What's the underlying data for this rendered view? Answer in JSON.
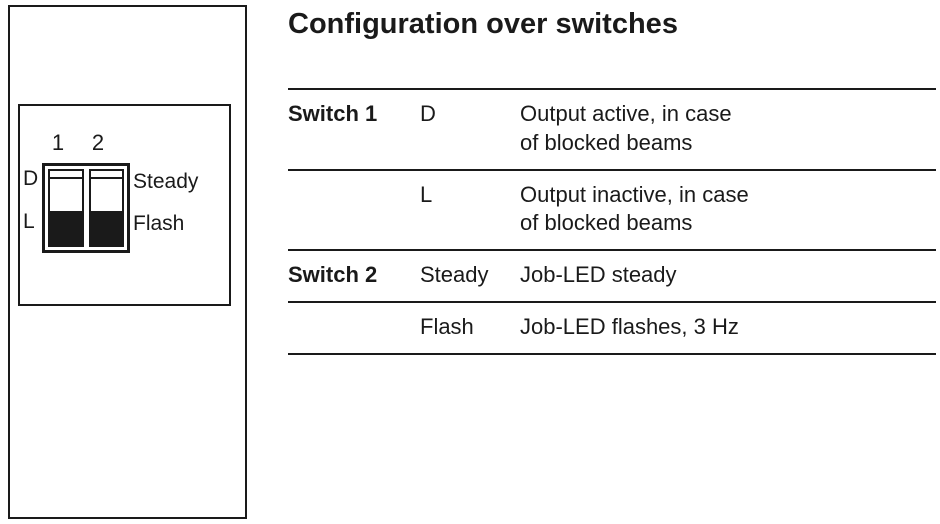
{
  "title": "Configuration over switches",
  "diagram": {
    "switch_numbers": [
      "1",
      "2"
    ],
    "left_labels": [
      "D",
      "L"
    ],
    "right_labels": [
      "Steady",
      "Flash"
    ]
  },
  "table": {
    "rows": [
      {
        "switch": "Switch 1",
        "value": "D",
        "description": "Output active, in case\nof blocked beams"
      },
      {
        "switch": "",
        "value": "L",
        "description": "Output inactive, in case\nof blocked beams"
      },
      {
        "switch": "Switch 2",
        "value": "Steady",
        "description": "Job-LED steady"
      },
      {
        "switch": "",
        "value": "Flash",
        "description": "Job-LED flashes, 3 Hz"
      }
    ]
  },
  "colors": {
    "ink": "#1a1a1a",
    "background": "#ffffff"
  }
}
